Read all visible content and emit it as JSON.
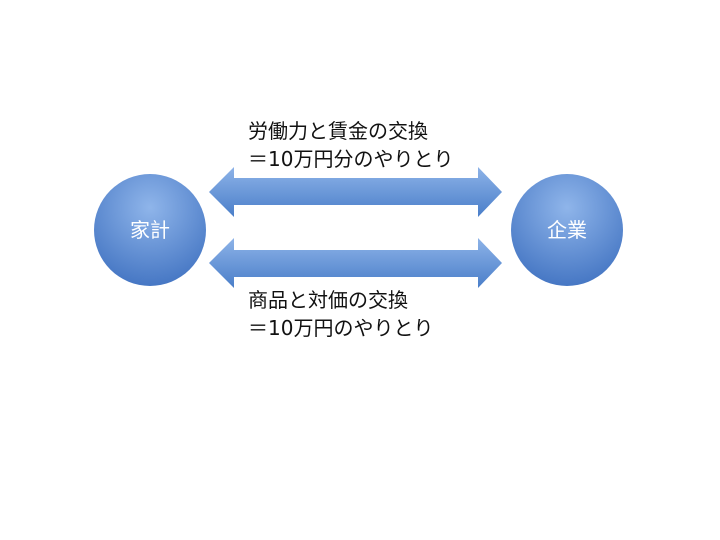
{
  "nodes": {
    "household": "家計",
    "firm": "企業"
  },
  "flows": {
    "top": {
      "line1": "労働力と賃金の交換",
      "line2": "＝10万円分のやりとり"
    },
    "bottom": {
      "line1": "商品と対価の交換",
      "line2": "＝10万円のやりとり"
    }
  },
  "colors": {
    "shape_light": "#8db3e8",
    "shape_dark": "#4a7ec9"
  }
}
